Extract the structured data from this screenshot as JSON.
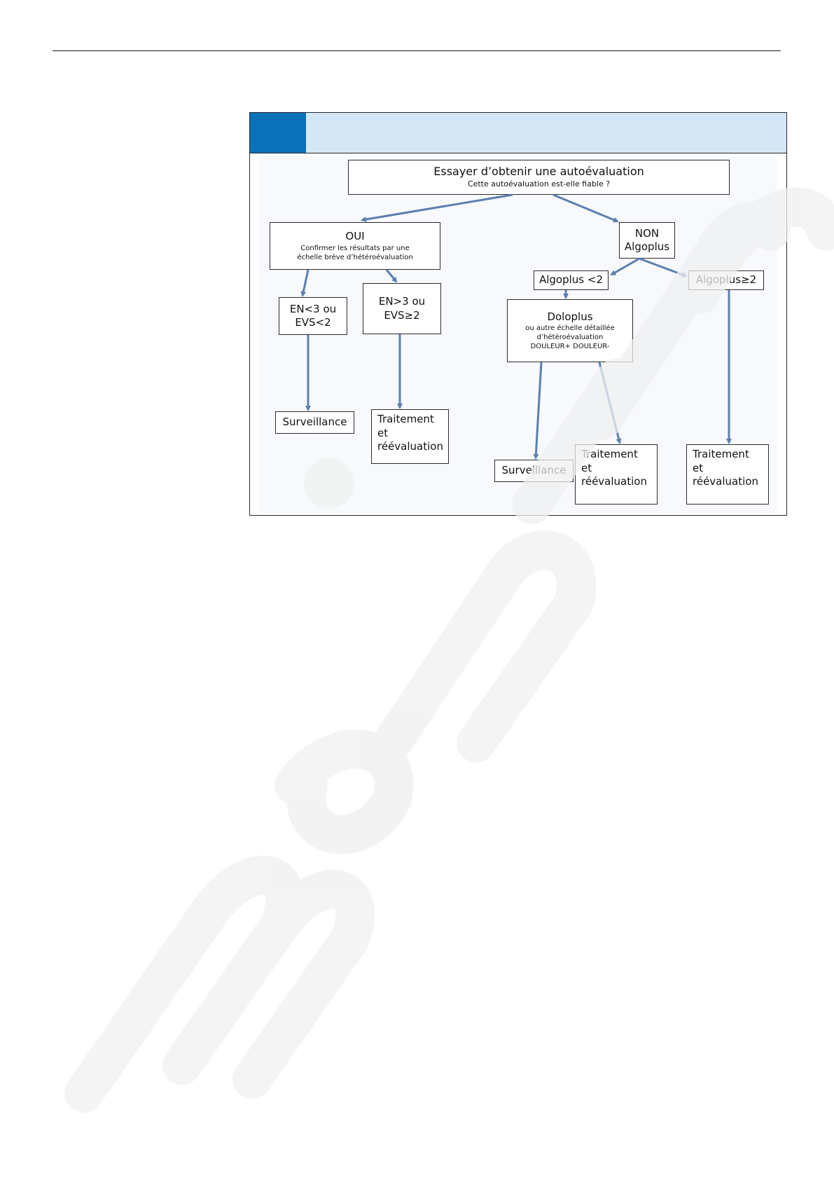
{
  "flowchart": {
    "root": {
      "title": "Essayer d’obtenir une autoévaluation",
      "subtitle": "Cette autoévaluation est-elle fiable ?"
    },
    "oui": {
      "title": "OUI",
      "line1": "Confirmer les résultats par une",
      "line2": "échelle brève d’hétéroévaluation"
    },
    "non": {
      "line1": "NON",
      "line2": "Algoplus"
    },
    "en_low": {
      "line1": "EN<3 ou",
      "line2": "EVS<2"
    },
    "en_high": {
      "line1": "EN>3 ou",
      "line2": "EVS≥2"
    },
    "algo_low": {
      "label": "Algoplus <2"
    },
    "algo_high": {
      "label": "Algoplus≥2"
    },
    "doloplus": {
      "title": "Doloplus",
      "line1": "ou autre échelle détaillée",
      "line2": "d’hétéroévaluation",
      "line3": "DOULEUR+ DOULEUR-"
    },
    "surv_left": {
      "label": "Surveillance"
    },
    "trait_left": {
      "line1": "Traitement",
      "line2": "et",
      "line3": "réévaluation"
    },
    "surv_mid": {
      "label": "Surveillance"
    },
    "trait_mid": {
      "line1": "Traitement",
      "line2": "et",
      "line3": "réévaluation"
    },
    "trait_right": {
      "line1": "Traitement",
      "line2": "et",
      "line3": "réévaluation"
    }
  },
  "colors": {
    "header_blue": "#0a72b9",
    "header_light": "#d5e6f4",
    "arrow": "#5b7fb0",
    "watermark": "#ececec"
  },
  "watermark": {
    "text": "medifo",
    "icon": "medinfo-watermark"
  }
}
